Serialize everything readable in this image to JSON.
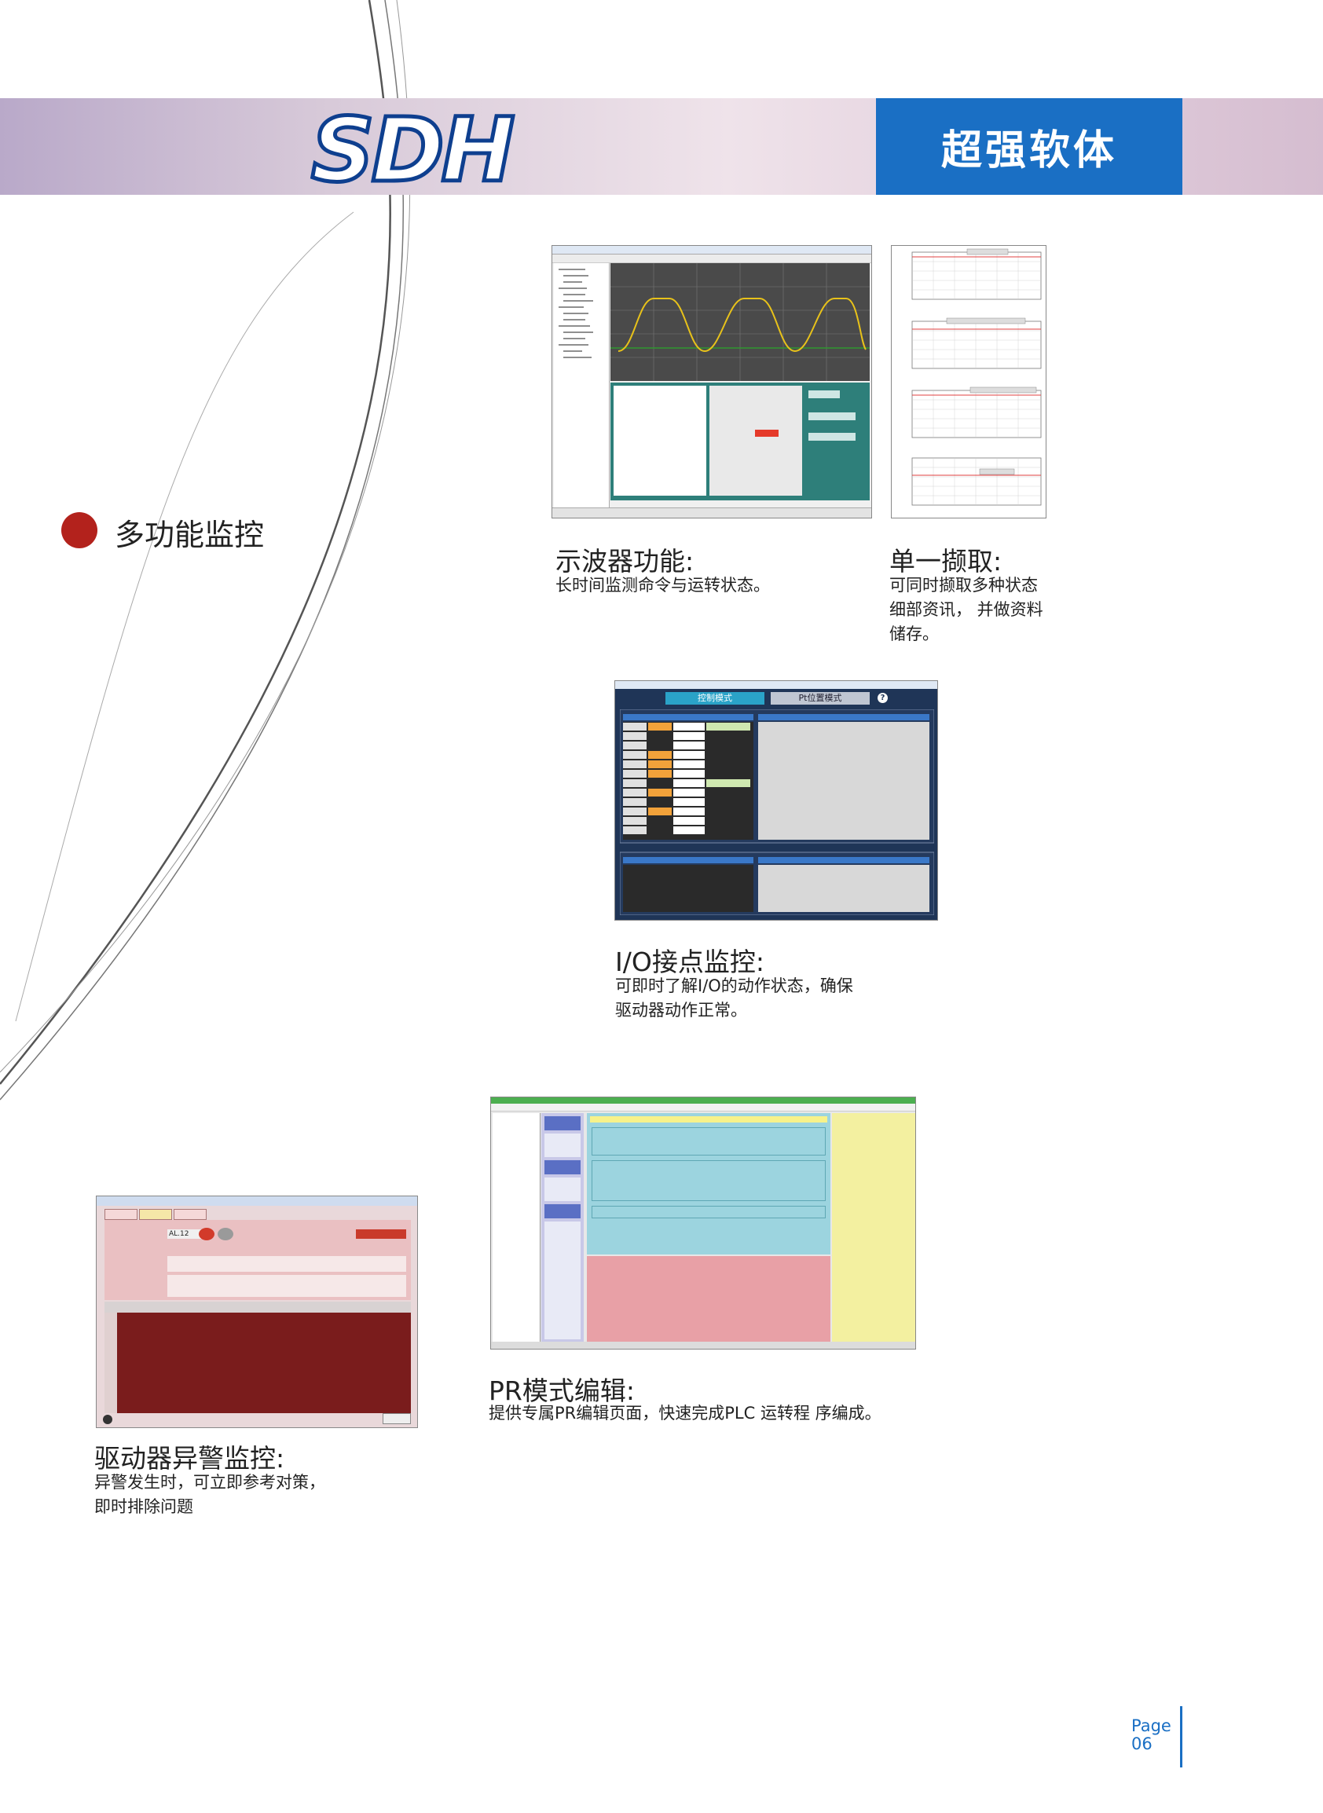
{
  "header": {
    "title": "超强软体",
    "logo_text": "SDH"
  },
  "section": {
    "title": "多功能监控"
  },
  "oscilloscope": {
    "title": "示波器功能:",
    "text": "长时间监测命令与运转状态。"
  },
  "capture": {
    "title": "单一撷取:",
    "text": "可同时撷取多种状态\n细部资讯， 并做资料\n储存。"
  },
  "io": {
    "title": "I/O接点监控:",
    "text": "可即时了解I/O的动作状态，确保\n驱动器动作正常。",
    "tabs": [
      "控制模式",
      "Pt位置模式"
    ]
  },
  "alarm": {
    "title": "驱动器异警监控:",
    "text": "异警发生时，可立即参考对策，\n即时排除问题",
    "code": "AL.12"
  },
  "pr": {
    "title": "PR模式编辑:",
    "text": "提供专属PR编辑页面，快速完成PLC 运转程 序编成。"
  },
  "footer": {
    "page_label": "Page",
    "page_number": "06"
  },
  "colors": {
    "brand_blue": "#1a6fc4",
    "bullet_red": "#b3221c",
    "alarm_red": "#7a1c1c",
    "io_navy": "#1f3557"
  }
}
